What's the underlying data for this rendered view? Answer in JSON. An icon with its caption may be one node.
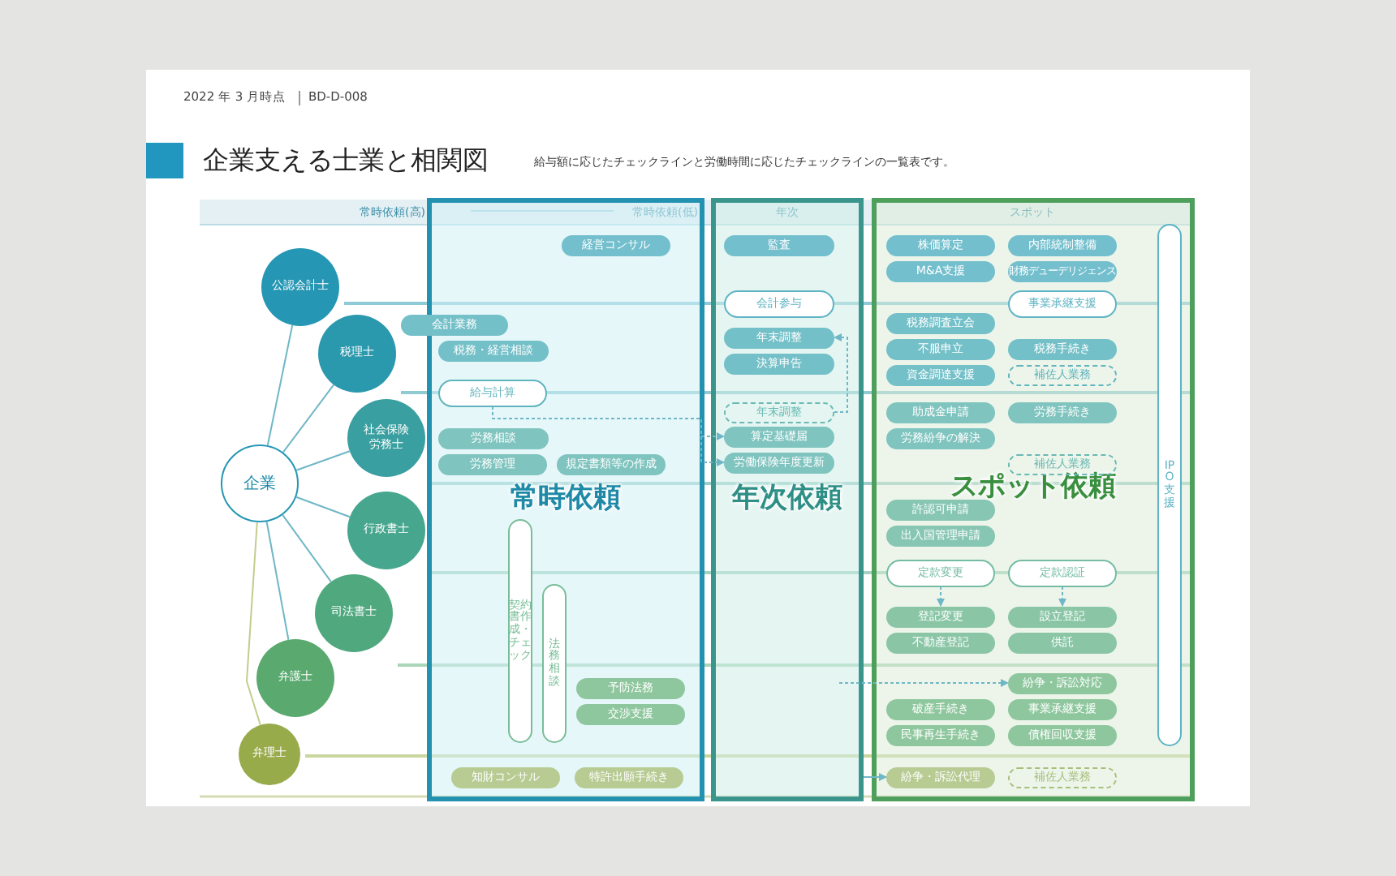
{
  "diagram": {
    "title": "企業支える士業と相関図",
    "nodes": [
      {
        "text": [
          "企業"
        ]
      },
      {
        "text": [
          "公認会計士"
        ]
      },
      {
        "text": [
          "税理士"
        ]
      },
      {
        "text": [
          "社会保険労務士"
        ]
      },
      {
        "text": [
          "行政書士"
        ]
      },
      {
        "text": [
          "司法書士"
        ]
      },
      {
        "text": [
          "弁護士"
        ]
      },
      {
        "text": [
          "弁理士"
        ]
      },
      {
        "text": [
          "常時依頼"
        ]
      },
      {
        "text": [
          "経営コンサル"
        ],
        "in": 8
      },
      {
        "text": [
          "会計業務"
        ]
      },
      {
        "text": [
          "税務・経営相談"
        ],
        "in": 8
      },
      {
        "text": [
          "給与計算"
        ],
        "in": 8
      },
      {
        "text": [
          "労務相談"
        ],
        "in": 8
      },
      {
        "text": [
          "労務管理"
        ],
        "in": 8
      },
      {
        "text": [
          "規定書類等の作成"
        ],
        "in": 8
      },
      {
        "text": [
          "契約書作成・チェック"
        ],
        "in": 8
      },
      {
        "text": [
          "法務相談"
        ],
        "in": 8
      },
      {
        "text": [
          "予防法務"
        ],
        "in": 8
      },
      {
        "text": [
          "交渉支援"
        ],
        "in": 8
      },
      {
        "text": [
          "知財コンサル"
        ],
        "in": 8
      },
      {
        "text": [
          "特許出願手続き"
        ],
        "in": 8
      },
      {
        "text": [
          "年次依頼"
        ]
      },
      {
        "text": [
          "監査"
        ],
        "in": 22
      },
      {
        "text": [
          "会計参与"
        ],
        "in": 22
      },
      {
        "text": [
          "年末調整"
        ],
        "in": 22
      },
      {
        "text": [
          "決算申告"
        ],
        "in": 22
      },
      {
        "text": [
          "年末調整"
        ],
        "in": 22
      },
      {
        "text": [
          "算定基礎届"
        ],
        "in": 22
      },
      {
        "text": [
          "労働保険年度更新"
        ],
        "in": 22
      },
      {
        "text": [
          "スポット依頼"
        ]
      },
      {
        "text": [
          "株価算定"
        ],
        "in": 30
      },
      {
        "text": [
          "内部統制整備"
        ],
        "in": 30
      },
      {
        "text": [
          "M&A支援"
        ],
        "in": 30
      },
      {
        "text": [
          "財務デューデリジェンス"
        ],
        "in": 30
      },
      {
        "text": [
          "事業承継支援"
        ],
        "in": 30
      },
      {
        "text": [
          "税務調査立会"
        ],
        "in": 30
      },
      {
        "text": [
          "不服申立"
        ],
        "in": 30
      },
      {
        "text": [
          "税務手続き"
        ],
        "in": 30
      },
      {
        "text": [
          "資金調達支援"
        ],
        "in": 30
      },
      {
        "text": [
          "補佐人業務"
        ],
        "in": 30
      },
      {
        "text": [
          "助成金申請"
        ],
        "in": 30
      },
      {
        "text": [
          "労務手続き"
        ],
        "in": 30
      },
      {
        "text": [
          "労務紛争の解決"
        ],
        "in": 30
      },
      {
        "text": [
          "補佐人業務"
        ],
        "in": 30
      },
      {
        "text": [
          "許認可申請"
        ],
        "in": 30
      },
      {
        "text": [
          "出入国管理申請"
        ],
        "in": 30
      },
      {
        "text": [
          "定款変更"
        ],
        "in": 30
      },
      {
        "text": [
          "定款認証"
        ],
        "in": 30
      },
      {
        "text": [
          "登記変更"
        ],
        "in": 30
      },
      {
        "text": [
          "設立登記"
        ],
        "in": 30
      },
      {
        "text": [
          "不動産登記"
        ],
        "in": 30
      },
      {
        "text": [
          "供託"
        ],
        "in": 30
      },
      {
        "text": [
          "紛争・訴訟対応"
        ],
        "in": 30
      },
      {
        "text": [
          "破産手続き"
        ],
        "in": 30
      },
      {
        "text": [
          "事業承継支援"
        ],
        "in": 30
      },
      {
        "text": [
          "民事再生手続き"
        ],
        "in": 30
      },
      {
        "text": [
          "債権回収支援"
        ],
        "in": 30
      },
      {
        "text": [
          "紛争・訴訟代理"
        ],
        "in": 30
      },
      {
        "text": [
          "補佐人業務"
        ],
        "in": 30
      },
      {
        "text": [
          "IPO支援"
        ],
        "in": 30
      }
    ],
    "edges": [
      {
        "from": 0,
        "to": 1,
        "arrow": "none"
      },
      {
        "from": 0,
        "to": 2,
        "arrow": "none"
      },
      {
        "from": 0,
        "to": 3,
        "arrow": "none"
      },
      {
        "from": 0,
        "to": 4,
        "arrow": "none"
      },
      {
        "from": 0,
        "to": 5,
        "arrow": "none"
      },
      {
        "from": 0,
        "to": 6,
        "arrow": "none"
      },
      {
        "from": 0,
        "to": 7,
        "arrow": "none",
        "color": "#c2cd8c"
      },
      {
        "from": 12,
        "to": 28,
        "arrow": "to",
        "style": "dashed"
      },
      {
        "from": 12,
        "to": 29,
        "arrow": "to",
        "style": "dashed"
      },
      {
        "from": 27,
        "to": 25,
        "arrow": "to",
        "style": "dashed"
      },
      {
        "from": 47,
        "to": 49,
        "arrow": "to",
        "style": "dashed"
      },
      {
        "from": 48,
        "to": 50,
        "arrow": "to",
        "style": "dashed"
      },
      {
        "from": null,
        "to": 53,
        "arrow": "to",
        "style": "dashed"
      },
      {
        "from": 22,
        "to": 58,
        "arrow": "to"
      }
    ],
    "labels": [
      "2022 年 3 月時点",
      "BD-D-008",
      "給与額に応じたチェックラインと労働時間に応じたチェックラインの一覧表です。",
      "常時依頼(高)",
      "常時依頼(低)",
      "年次",
      "スポット"
    ]
  }
}
